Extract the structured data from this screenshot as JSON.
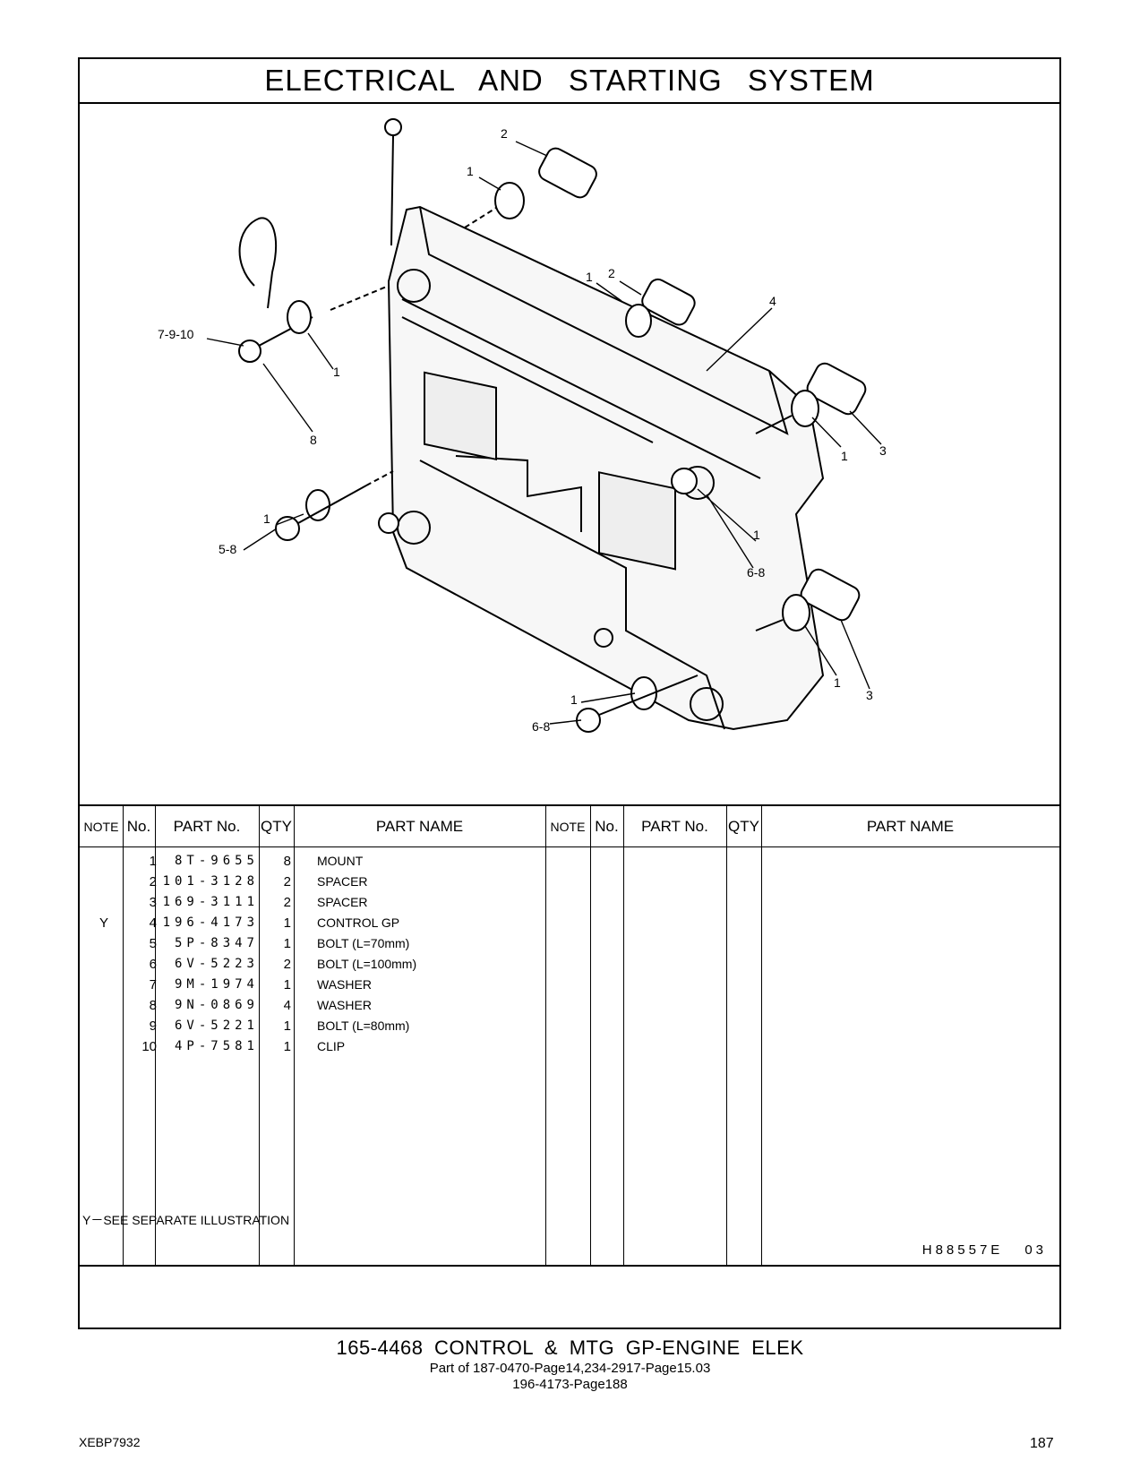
{
  "page_title": "ELECTRICAL AND STARTING SYSTEM",
  "illustration": {
    "callouts": [
      "2",
      "1",
      "1",
      "2",
      "4",
      "7-9-10",
      "1",
      "8",
      "1",
      "5-8",
      "1",
      "3",
      "1",
      "6-8",
      "1",
      "3",
      "1",
      "6-8"
    ]
  },
  "table": {
    "headers": {
      "note": "NOTE",
      "no": "No.",
      "part_no": "PART No.",
      "qty": "QTY",
      "part_name": "PART NAME",
      "note2": "NOTE",
      "no2": "No.",
      "part_no2": "PART No.",
      "qty2": "QTY",
      "part_name2": "PART NAME"
    },
    "rows": [
      {
        "note": "",
        "no": "1",
        "part_no": "8T-9655",
        "qty": "8",
        "name": "MOUNT"
      },
      {
        "note": "",
        "no": "2",
        "part_no": "101-3128",
        "qty": "2",
        "name": "SPACER"
      },
      {
        "note": "",
        "no": "3",
        "part_no": "169-3111",
        "qty": "2",
        "name": "SPACER"
      },
      {
        "note": "Y",
        "no": "4",
        "part_no": "196-4173",
        "qty": "1",
        "name": "CONTROL GP"
      },
      {
        "note": "",
        "no": "5",
        "part_no": "5P-8347",
        "qty": "1",
        "name": "BOLT (L=70mm)"
      },
      {
        "note": "",
        "no": "6",
        "part_no": "6V-5223",
        "qty": "2",
        "name": "BOLT (L=100mm)"
      },
      {
        "note": "",
        "no": "7",
        "part_no": "9M-1974",
        "qty": "1",
        "name": "WASHER"
      },
      {
        "note": "",
        "no": "8",
        "part_no": "9N-0869",
        "qty": "4",
        "name": "WASHER"
      },
      {
        "note": "",
        "no": "9",
        "part_no": "6V-5221",
        "qty": "1",
        "name": "BOLT (L=80mm)"
      },
      {
        "note": "",
        "no": "10",
        "part_no": "4P-7581",
        "qty": "1",
        "name": "CLIP"
      }
    ]
  },
  "footnote": "Y－SEE SEPARATE ILLUSTRATION",
  "figure_ref": "H88557E",
  "figure_edition": "03",
  "caption": {
    "main": "165-4468 CONTROL & MTG GP-ENGINE ELEK",
    "line2": "Part of 187-0470-Page14,234-2917-Page15.03",
    "line3": "196-4173-Page188"
  },
  "doc_code": "XEBP7932",
  "page_number": "187"
}
